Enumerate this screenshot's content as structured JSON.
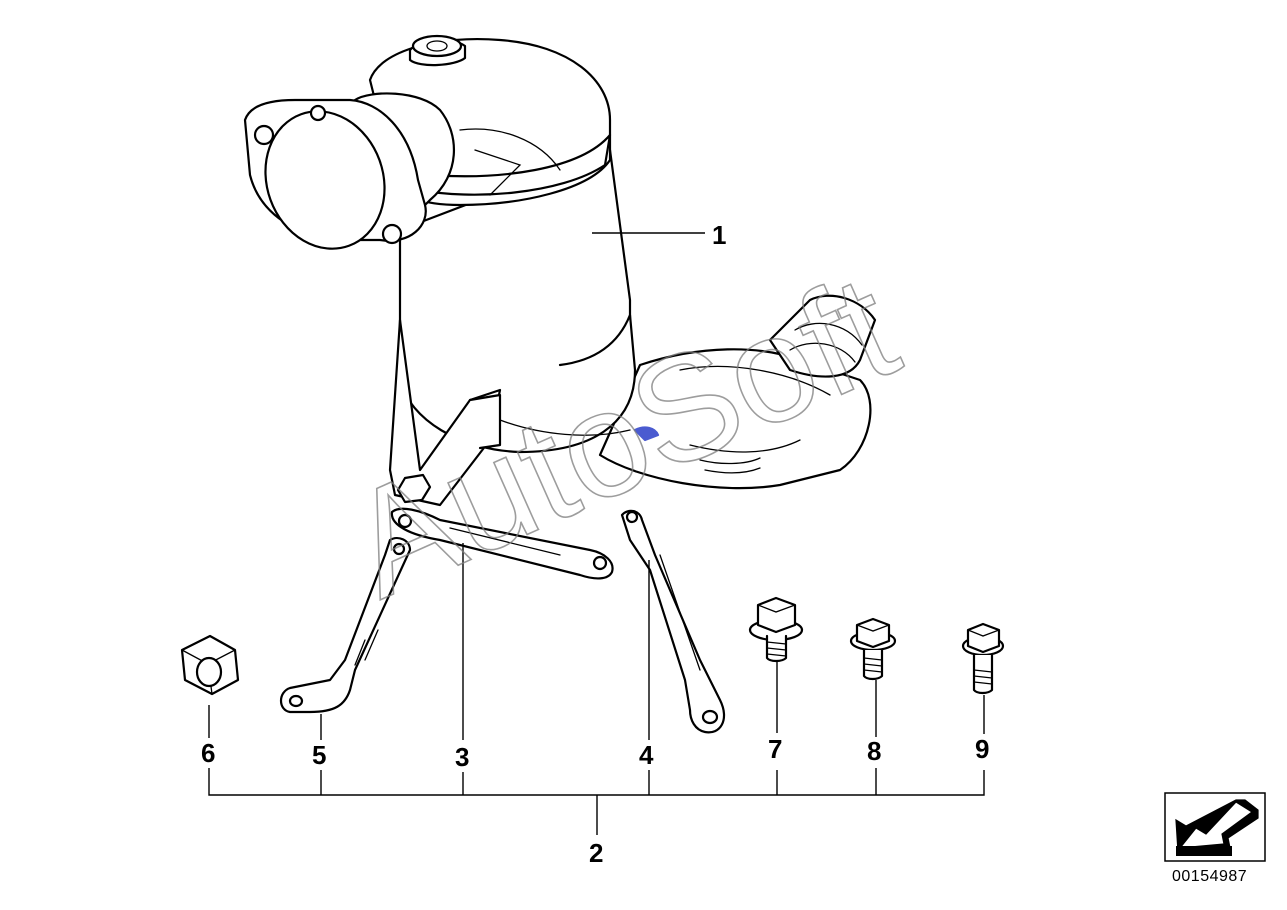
{
  "watermark": "AutoSoft",
  "diagram_id": "00154987",
  "callouts": {
    "c1": "1",
    "c2": "2",
    "c3": "3",
    "c4": "4",
    "c5": "5",
    "c6": "6",
    "c7": "7",
    "c8": "8",
    "c9": "9"
  },
  "icons": {
    "navigation": "arrow-icon"
  },
  "colors": {
    "ink": "#000000",
    "watermark": "#7d7d7d",
    "highlight": "#4a5bd0"
  }
}
